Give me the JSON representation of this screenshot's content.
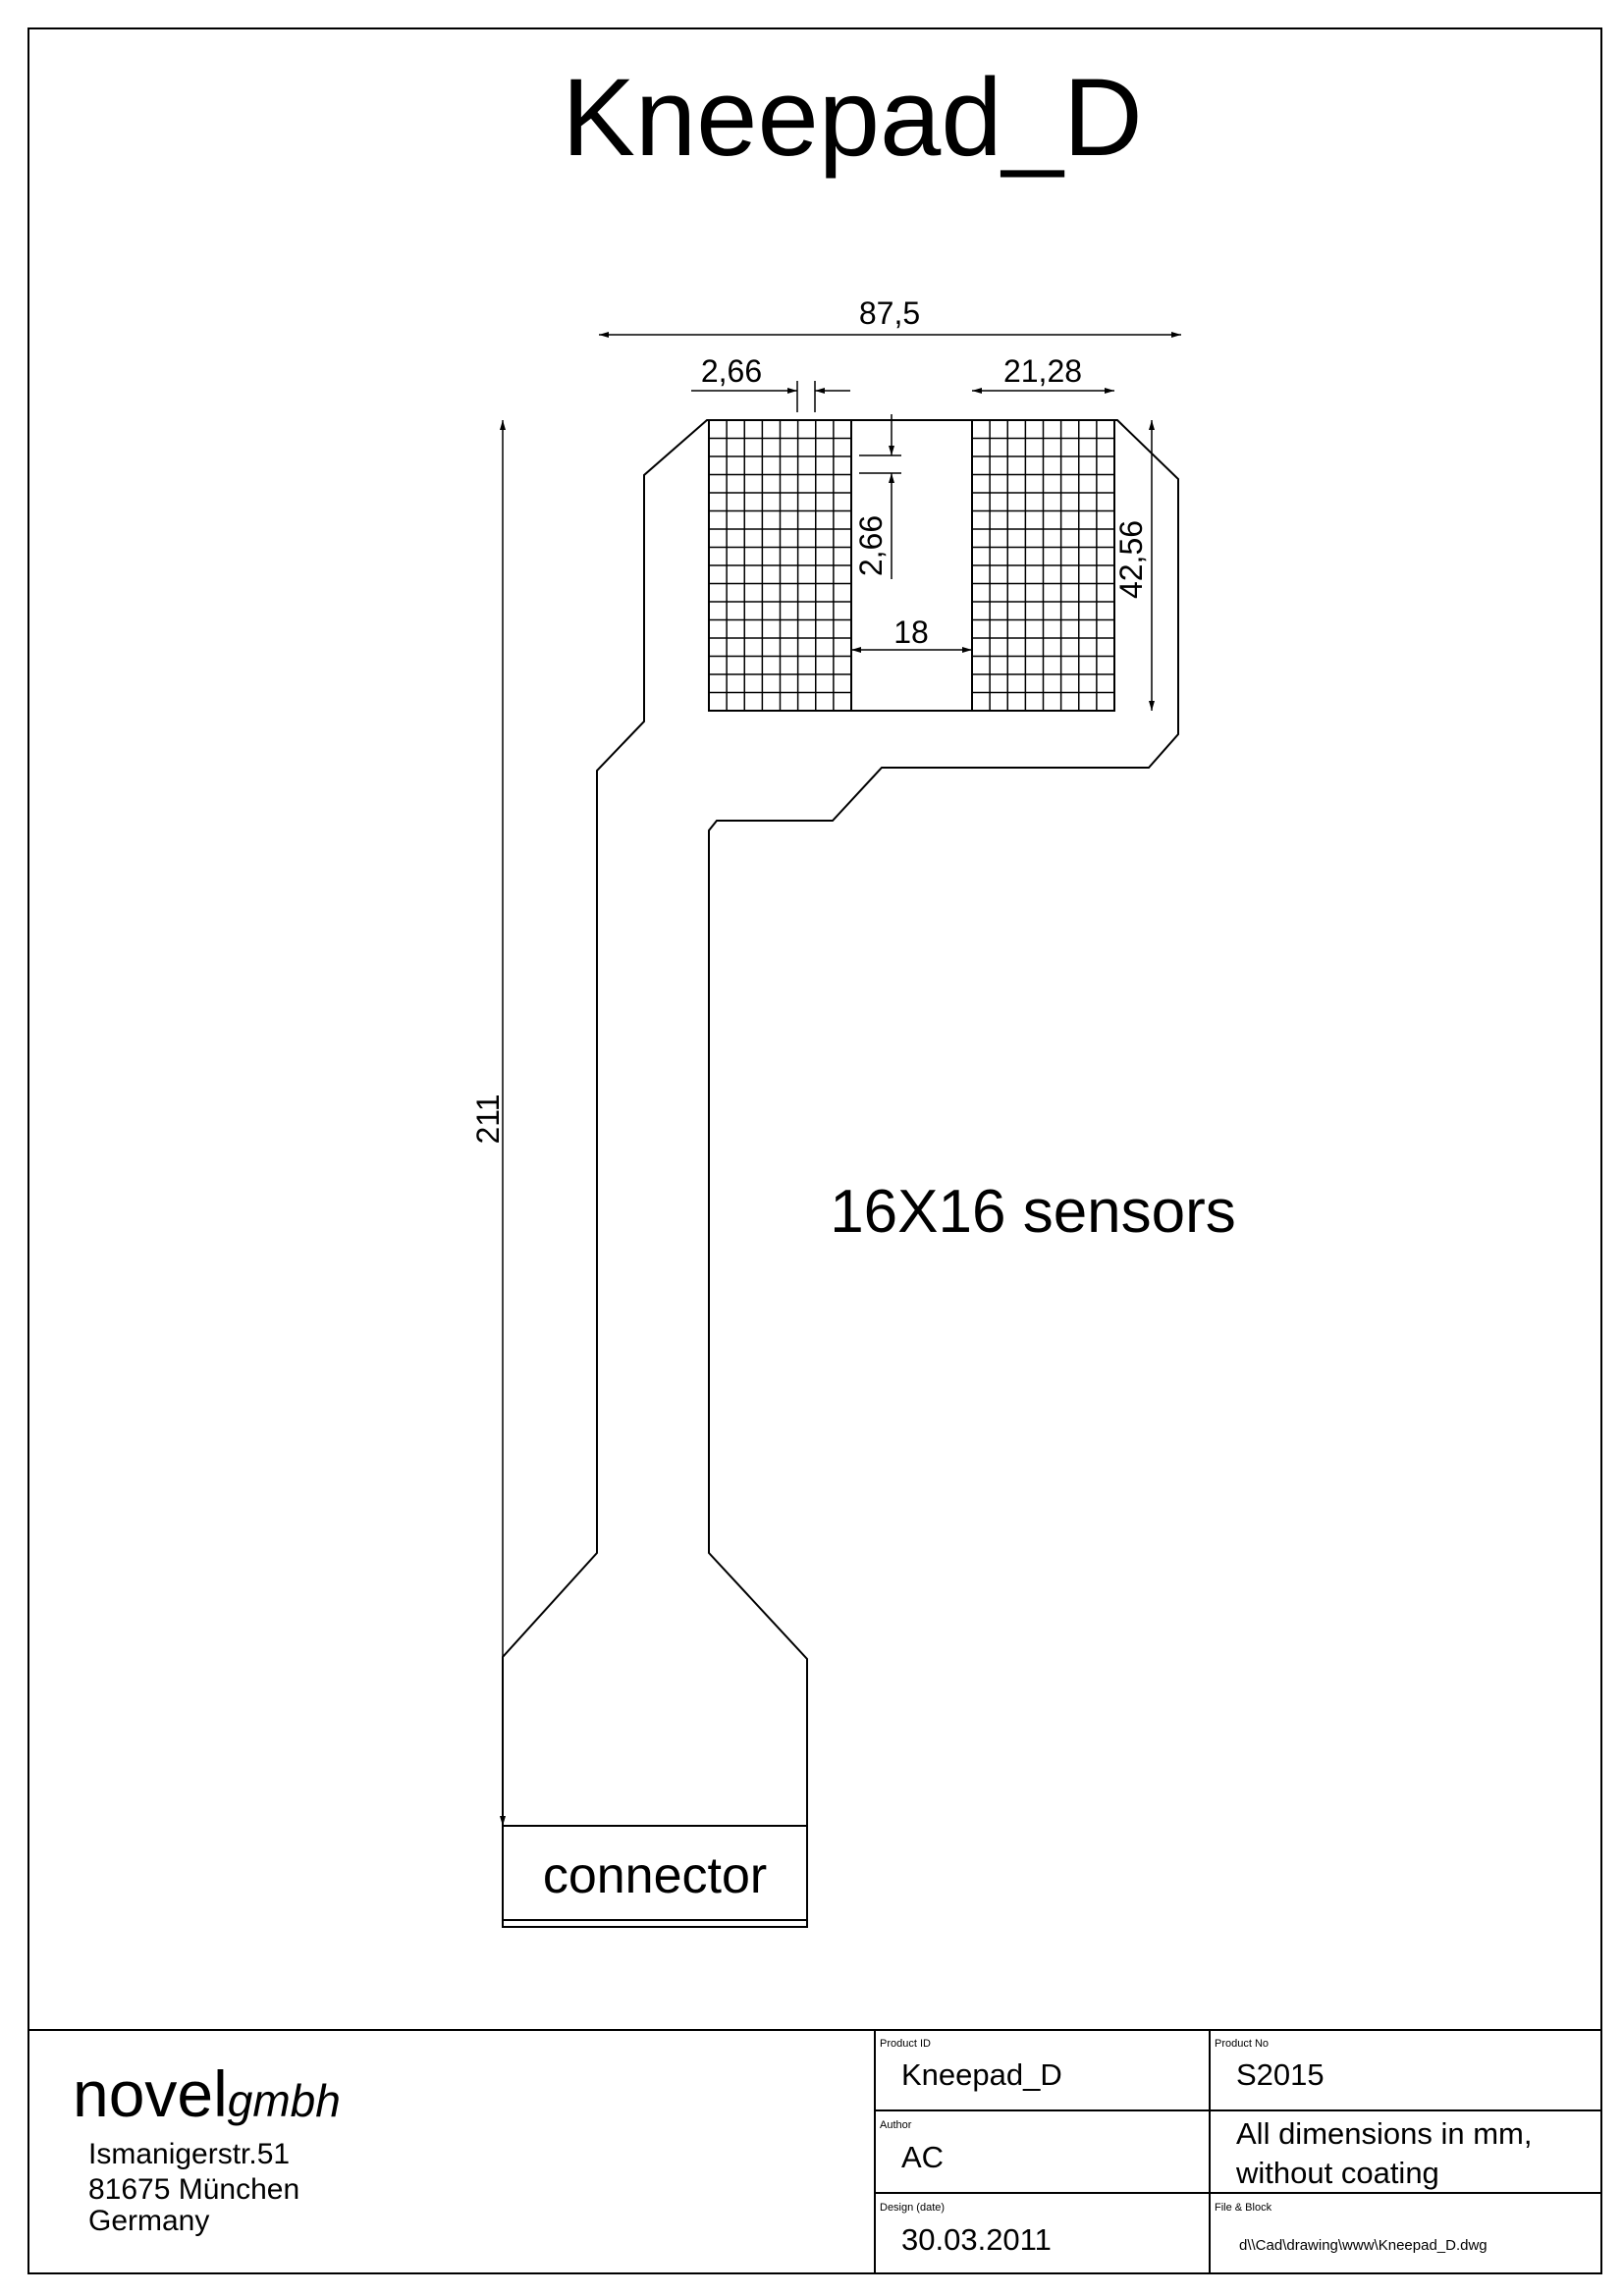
{
  "drawing": {
    "title": "Kneepad_D",
    "annotation": "16X16 sensors",
    "connector_label": "connector",
    "sensor_grid": {
      "rows": 16,
      "cols": 8
    },
    "dimensions": {
      "overall_width": "87,5",
      "cell_pitch_h": "2,66",
      "pad_width": "21,28",
      "cell_pitch_v": "2,66",
      "pad_height": "42,56",
      "gap": "18",
      "total_length": "211"
    }
  },
  "title_block": {
    "company_main": "novel",
    "company_suffix": "gmbh",
    "address": [
      "Ismanigerstr.51",
      "81675 München",
      "Germany"
    ],
    "fields": {
      "product_id_label": "Product ID",
      "product_id": "Kneepad_D",
      "product_no_label": "Product No",
      "product_no": "S2015",
      "author_label": "Author",
      "author": "AC",
      "note_lines": [
        "All dimensions in mm,",
        "without coating"
      ],
      "design_date_label": "Design (date)",
      "design_date": "30.03.2011",
      "file_label": "File & Block",
      "file_path": "d\\\\Cad\\drawing\\www\\Kneepad_D.dwg"
    }
  }
}
